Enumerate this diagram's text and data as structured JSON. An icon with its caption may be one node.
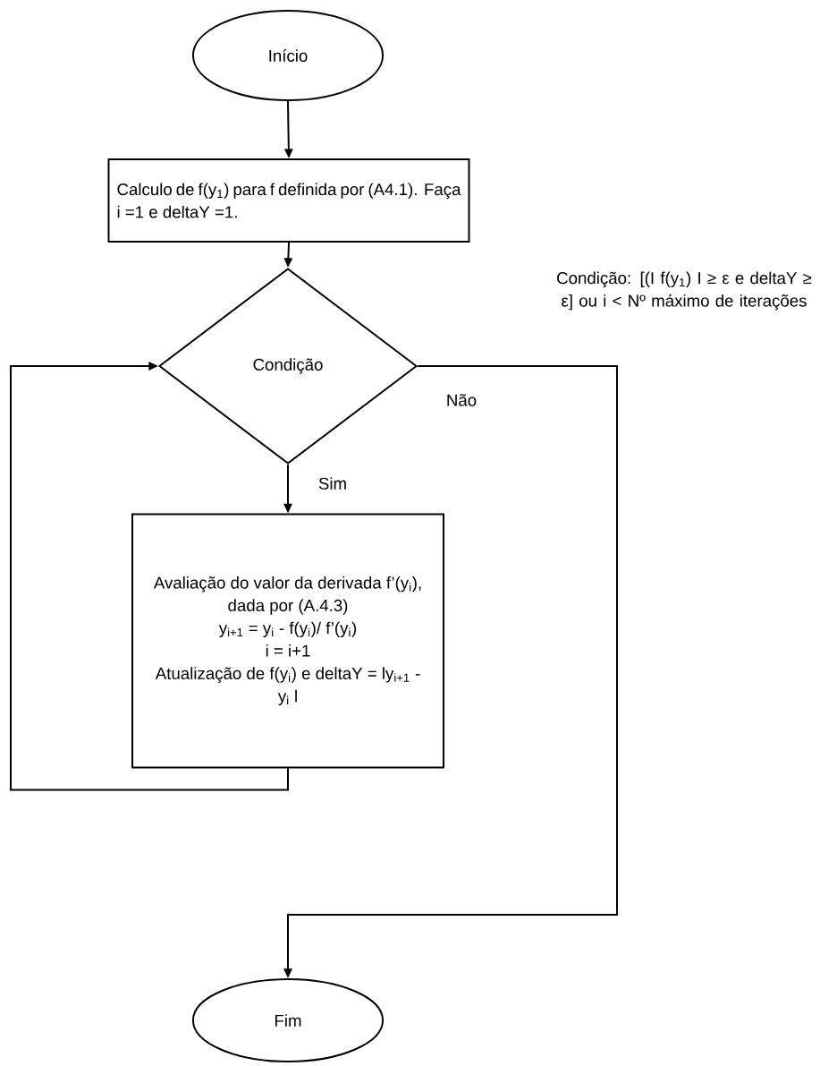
{
  "diagram": {
    "nodes": [
      {
        "text": [
          "Início"
        ]
      },
      {
        "text": [
          "Calculo de f(y$_{1}$) para f definida por (A4.1). Faça i =1 e deltaY =1."
        ]
      },
      {
        "text": [
          "Condição"
        ]
      },
      {
        "text": [
          "Avaliação do valor da derivada f’(y$_{i}$), dada por (A.4.3)",
          "y$_{i+1}$ = y$_{i}$ - f(y$_{i}$)/ f’(y$_{i}$)",
          "i = i+1",
          "Atualização de f(y$_{i}$) e deltaY = ly$_{i+1}$  - y$_{i}$ l"
        ]
      },
      {
        "text": [
          "Fim"
        ]
      }
    ],
    "edges": [
      {
        "from": 0,
        "to": 1,
        "arrow": "to"
      },
      {
        "from": 1,
        "to": 2,
        "arrow": "to"
      },
      {
        "from": 2,
        "to": 3,
        "arrow": "to",
        "label": "Sim"
      },
      {
        "from": 3,
        "to": 2,
        "arrow": "to"
      },
      {
        "from": 2,
        "to": 4,
        "arrow": "to",
        "label": "Não"
      }
    ],
    "labels": [
      "Condição: [(I f(y$_{1}$) I ≥ ε e deltaY ≥ ε] ou i < Nº máximo de iterações"
    ]
  }
}
